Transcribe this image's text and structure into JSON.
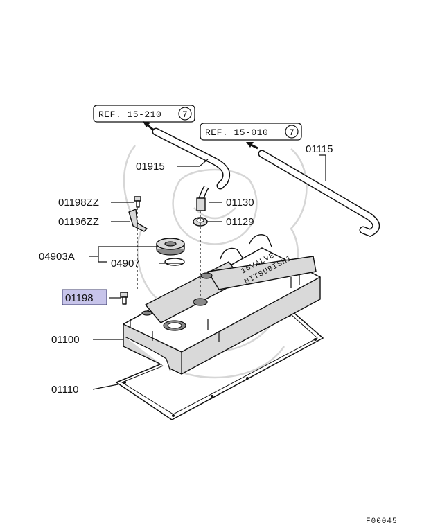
{
  "references": [
    {
      "text": "REF. 15-210",
      "number": "7"
    },
    {
      "text": "REF. 15-010",
      "number": "7"
    }
  ],
  "parts": [
    {
      "number": "01915"
    },
    {
      "number": "01115"
    },
    {
      "number": "01198ZZ"
    },
    {
      "number": "01130"
    },
    {
      "number": "01196ZZ"
    },
    {
      "number": "01129"
    },
    {
      "number": "04903A"
    },
    {
      "number": "04907"
    },
    {
      "number": "01198",
      "highlighted": true
    },
    {
      "number": "01100"
    },
    {
      "number": "01110"
    }
  ],
  "cover_text": [
    "16VALVE",
    "MITSUBISHI"
  ],
  "figure_code": "F00045",
  "highlight_color": "#c7c4ea"
}
